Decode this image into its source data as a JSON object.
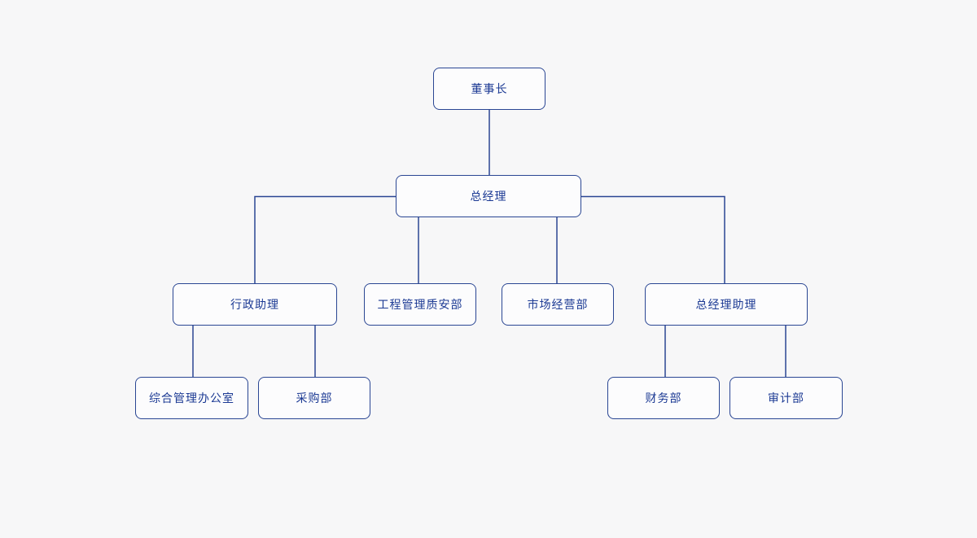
{
  "diagram": {
    "type": "org-chart",
    "nodes": {
      "chairman": {
        "label": "董事长",
        "level": 1
      },
      "general_manager": {
        "label": "总经理",
        "level": 2
      },
      "admin_assistant": {
        "label": "行政助理",
        "level": 3
      },
      "engineering_quality_safety_dept": {
        "label": "工程管理质安部",
        "level": 3
      },
      "market_operations_dept": {
        "label": "市场经营部",
        "level": 3
      },
      "gm_assistant": {
        "label": "总经理助理",
        "level": 3
      },
      "general_management_office": {
        "label": "综合管理办公室",
        "level": 4
      },
      "procurement_dept": {
        "label": "采购部",
        "level": 4
      },
      "finance_dept": {
        "label": "财务部",
        "level": 4
      },
      "audit_dept": {
        "label": "审计部",
        "level": 4
      }
    },
    "edges": [
      {
        "from": "chairman",
        "to": "general_manager"
      },
      {
        "from": "general_manager",
        "to": "admin_assistant"
      },
      {
        "from": "general_manager",
        "to": "engineering_quality_safety_dept"
      },
      {
        "from": "general_manager",
        "to": "market_operations_dept"
      },
      {
        "from": "general_manager",
        "to": "gm_assistant"
      },
      {
        "from": "admin_assistant",
        "to": "general_management_office"
      },
      {
        "from": "admin_assistant",
        "to": "procurement_dept"
      },
      {
        "from": "gm_assistant",
        "to": "finance_dept"
      },
      {
        "from": "gm_assistant",
        "to": "audit_dept"
      }
    ],
    "colors": {
      "bg": "#f7f7f8",
      "node_fill": "#fcfcfd",
      "node_border": "#2a4693",
      "node_text": "#1c3a94",
      "line": "#2a4693"
    }
  }
}
